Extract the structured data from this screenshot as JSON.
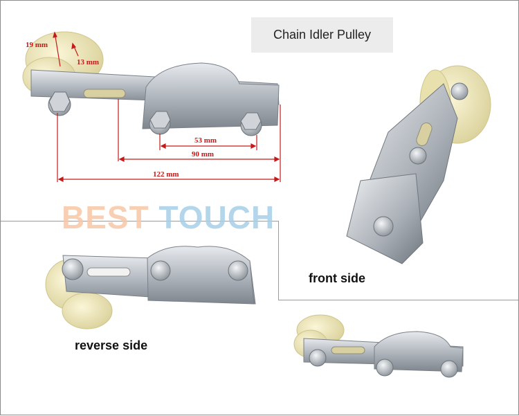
{
  "title": "Chain Idler Pulley",
  "watermark": {
    "word1": "BEST",
    "word2": "TOUCH"
  },
  "captions": {
    "front": "front side",
    "reverse": "reverse side"
  },
  "dimensions": {
    "d19": "19 mm",
    "d13": "13 mm",
    "d53": "53 mm",
    "d90": "90 mm",
    "d122": "122 mm"
  },
  "colors": {
    "dimension_red": "#c41a1a",
    "metal": "#b9bec4",
    "pulley": "#eee7b8"
  }
}
